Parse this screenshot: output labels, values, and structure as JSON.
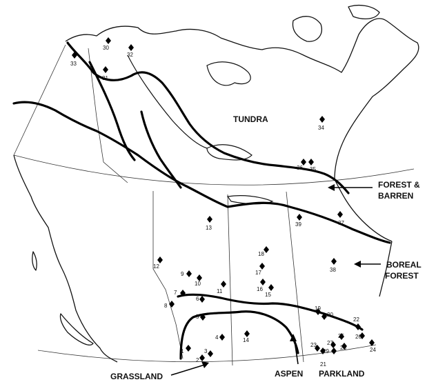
{
  "regions": {
    "tundra": "TUNDRA",
    "forest_barren_1": "FOREST &",
    "forest_barren_2": "BARREN",
    "boreal_1": "BOREAL",
    "boreal_2": "FOREST",
    "grassland": "GRASSLAND",
    "aspen": "ASPEN",
    "parkland": "PARKLAND"
  },
  "site_labels": [
    "1",
    "2",
    "3",
    "4",
    "5",
    "6",
    "7",
    "8",
    "9",
    "10",
    "11",
    "12",
    "13",
    "14",
    "15",
    "16",
    "17",
    "18",
    "19",
    "20",
    "21",
    "22",
    "23",
    "24",
    "25",
    "26",
    "27",
    "28",
    "29",
    "30",
    "31",
    "32",
    "33",
    "34",
    "35",
    "36",
    "37",
    "38",
    "39"
  ]
}
